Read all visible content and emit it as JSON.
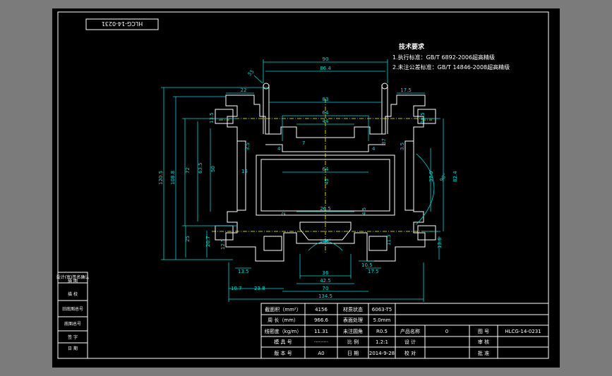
{
  "colors": {
    "background": "#7b7b7b",
    "sheet": "#000000",
    "profile": "#ffffff",
    "dimension": "#00d8d8",
    "centerline": "#ffff00",
    "text": "#ffffff"
  },
  "drawing_code_flipped": "HLCG-14-0231",
  "tech": {
    "title": "技术要求",
    "line1": "1.执行标准：GB/T 6892-2006超高精级",
    "line2": "2.未注公差标准：GB/T 14846-2008超高精级"
  },
  "dims": {
    "d90": "90",
    "d86_4": "86.4",
    "d83": "83",
    "d64a": "64",
    "d44": "44",
    "d64b": "64",
    "d22": "22",
    "d17_5a": "17.5",
    "d13_5a": "13.5",
    "d13_5b": "13.5",
    "d13_5c": "13.5",
    "d3_5a": "3.5",
    "d3_5b": "3.5",
    "d4a": "4",
    "d4b": "4",
    "d7": "7",
    "d37": "37",
    "d15": "15",
    "d120_5": "120.5",
    "d108_8": "108.8",
    "d72": "72",
    "d63_5": "63.5",
    "d50": "50",
    "d45": "45",
    "d37_5": "37.5",
    "d82_4": "82.4",
    "d90deg": "90°",
    "d26_5": "26.5",
    "d2": "2",
    "d4_5": "4.5",
    "d106": "106°",
    "d25": "25",
    "d20_7": "20.7",
    "d13_6": "13.6",
    "d11_5": "11.5",
    "d12_5a": "12.5",
    "d10_5": "10.5",
    "d36": "36",
    "d42_5": "42.5",
    "d13_5d": "13.5",
    "d17_5b": "17.5",
    "d10_7": "10.7",
    "d23_8": "23.8",
    "d70": "70",
    "d134_5": "134.5",
    "dR5": "R5",
    "d55": "55"
  },
  "left_table": [
    "设计(审)签名确认",
    "描    图",
    "描    校",
    "旧底图总号",
    "底图总号",
    "签    字",
    "日    期"
  ],
  "title_block": {
    "r1": [
      "截面积（mm²）",
      "4156",
      "材质状态",
      "6063-T5"
    ],
    "r2": [
      "周  长（mm）",
      "966.6",
      "表面处理",
      "5.0mm"
    ],
    "r3": [
      "线密度（kg/m）",
      "11.31",
      "未注圆角",
      "R0.5",
      "产品名称",
      "0",
      "图  号",
      "HLCG-14-0231"
    ],
    "r4": [
      "模 具 号",
      "·········",
      "比    例",
      "1.2:1",
      "设  计",
      "",
      "审  核",
      ""
    ],
    "r5": [
      "版 本 号",
      "A0",
      "日    期",
      "2014-9-28",
      "校  对",
      "",
      "批  准",
      ""
    ]
  }
}
